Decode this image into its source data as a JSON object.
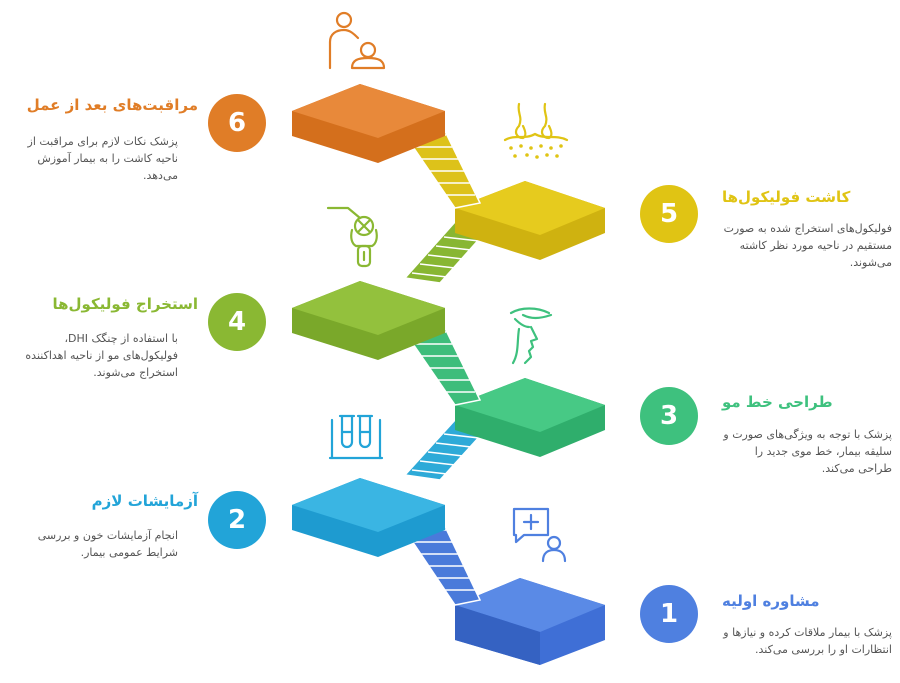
{
  "steps": [
    {
      "number": "1",
      "title": "مشاوره اولیه",
      "description": "پزشک با بیمار ملاقات کرده و نیازها و انتظارات او را بررسی می‌کند.",
      "color": "#4f80e0",
      "icon": "consultation-icon"
    },
    {
      "number": "2",
      "title": "آزمایشات لازم",
      "description": "انجام آزمایشات خون و بررسی شرایط عمومی بیمار.",
      "color": "#22a4d8",
      "icon": "test-tubes-icon"
    },
    {
      "number": "3",
      "title": "طراحی خط مو",
      "description": "پزشک با توجه به ویژگی‌های صورت و سلیقه بیمار، خط موی جدید را طراحی می‌کند.",
      "color": "#3ec17e",
      "icon": "face-profile-icon"
    },
    {
      "number": "4",
      "title": "استخراج فولیکول‌ها",
      "description": "با استفاده از چنگک DHI، فولیکول‌های مو از ناحیه اهداکننده استخراج می‌شوند.",
      "color": "#8ab833",
      "icon": "extraction-tool-icon"
    },
    {
      "number": "5",
      "title": "کاشت فولیکول‌ها",
      "description": "فولیکول‌های استخراج شده به صورت مستقیم در ناحیه مورد نظر کاشته می‌شوند.",
      "color": "#e0c414",
      "icon": "hair-follicle-icon"
    },
    {
      "number": "6",
      "title": "مراقبت‌های بعد از عمل",
      "description": "پزشک نکات لازم برای مراقبت از ناحیه کاشت را به بیمار آموزش می‌دهد.",
      "color": "#e07d27",
      "icon": "caregiver-icon"
    }
  ]
}
